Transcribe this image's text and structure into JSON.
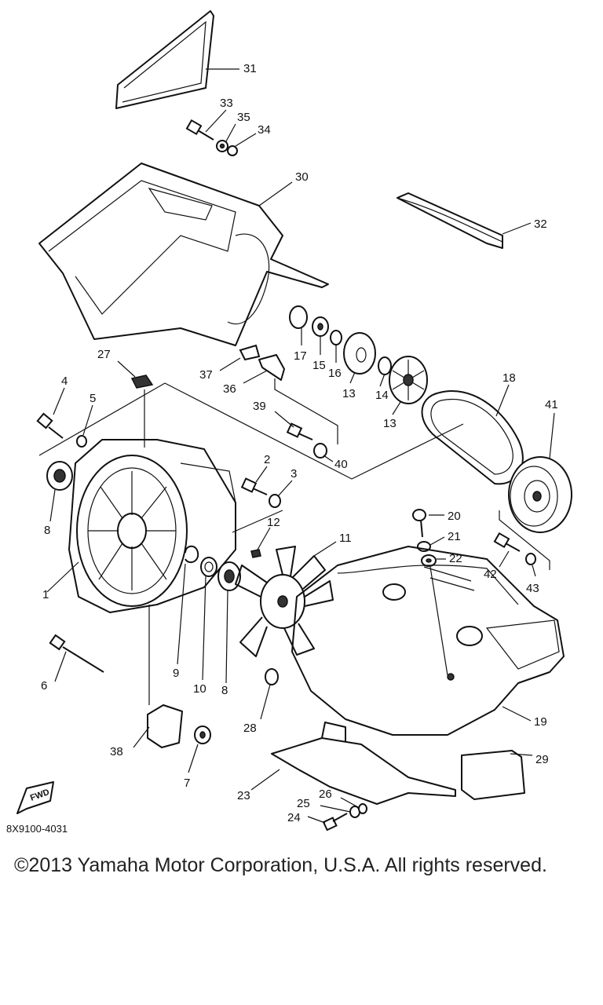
{
  "diagram": {
    "catalog_code": "8X9100-4031",
    "direction_label": "FWD",
    "callouts": [
      {
        "label": "1"
      },
      {
        "label": "2"
      },
      {
        "label": "3"
      },
      {
        "label": "4"
      },
      {
        "label": "5"
      },
      {
        "label": "6"
      },
      {
        "label": "7"
      },
      {
        "label": "8"
      },
      {
        "label": "8"
      },
      {
        "label": "9"
      },
      {
        "label": "10"
      },
      {
        "label": "11"
      },
      {
        "label": "12"
      },
      {
        "label": "13"
      },
      {
        "label": "13"
      },
      {
        "label": "14"
      },
      {
        "label": "15"
      },
      {
        "label": "16"
      },
      {
        "label": "17"
      },
      {
        "label": "18"
      },
      {
        "label": "19"
      },
      {
        "label": "20"
      },
      {
        "label": "21"
      },
      {
        "label": "22"
      },
      {
        "label": "23"
      },
      {
        "label": "24"
      },
      {
        "label": "25"
      },
      {
        "label": "26"
      },
      {
        "label": "27"
      },
      {
        "label": "28"
      },
      {
        "label": "29"
      },
      {
        "label": "30"
      },
      {
        "label": "31"
      },
      {
        "label": "32"
      },
      {
        "label": "33"
      },
      {
        "label": "34"
      },
      {
        "label": "35"
      },
      {
        "label": "36"
      },
      {
        "label": "37"
      },
      {
        "label": "38"
      },
      {
        "label": "39"
      },
      {
        "label": "40"
      },
      {
        "label": "41"
      },
      {
        "label": "42"
      },
      {
        "label": "43"
      }
    ]
  },
  "footer": {
    "copyright": "©2013 Yamaha Motor Corporation, U.S.A. All rights reserved."
  }
}
